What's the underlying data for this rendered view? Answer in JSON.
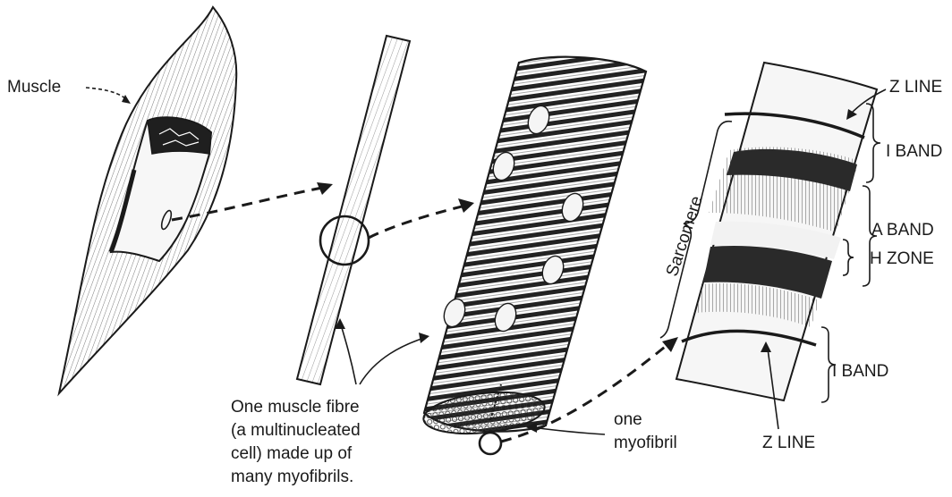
{
  "labels": {
    "muscle": "Muscle",
    "fibre_caption_line1": "One muscle fibre",
    "fibre_caption_line2": "(a multinucleated",
    "fibre_caption_line3": "cell) made up of",
    "fibre_caption_line4": "many myofibrils.",
    "one": "one",
    "myofibril": "myofibril",
    "z_line_top": "Z LINE",
    "i_band_top": "I BAND",
    "a_band": "A BAND",
    "h_zone": "H ZONE",
    "i_band_bottom": "I BAND",
    "z_line_bottom": "Z LINE",
    "sarcomere": "Sarcomere"
  },
  "colors": {
    "ink": "#1a1a1a",
    "background": "#ffffff",
    "dark_band": "#2a2a2a",
    "light_band": "#f2f2f2"
  }
}
